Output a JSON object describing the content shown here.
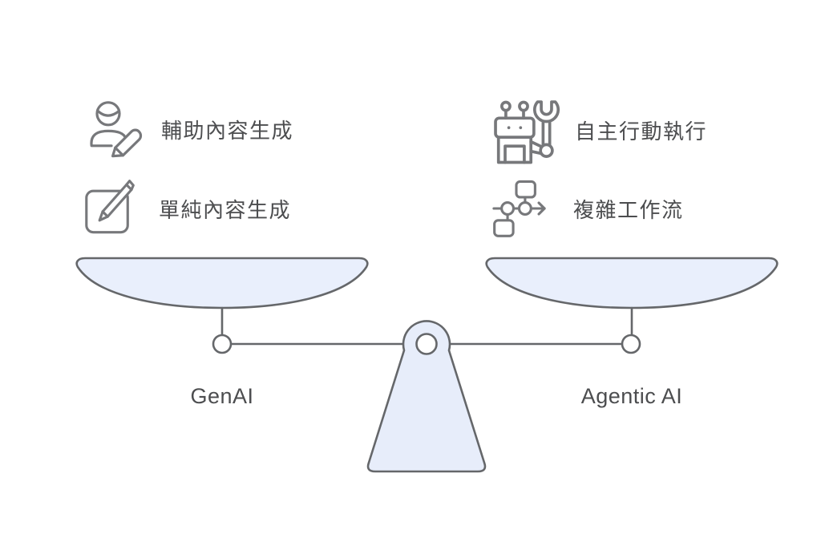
{
  "diagram": {
    "title_implicit": "GenAI vs Agentic AI balance scale comparison",
    "left_side": {
      "pan_label": "GenAI",
      "items": [
        {
          "icon": "person-edit-icon",
          "label": "輔助內容生成"
        },
        {
          "icon": "notepad-pen-icon",
          "label": "單純內容生成"
        }
      ]
    },
    "right_side": {
      "pan_label": "Agentic AI",
      "items": [
        {
          "icon": "robot-wrench-icon",
          "label": "自主行動執行"
        },
        {
          "icon": "workflow-icon",
          "label": "複雜工作流"
        }
      ]
    },
    "colors": {
      "background": "#ffffff",
      "pan_fill": "#e9effc",
      "fulcrum_fill": "#e7edfa",
      "scale_stroke": "#65676a",
      "icon_stroke": "#77787b",
      "text": "#4c4d4f"
    }
  }
}
